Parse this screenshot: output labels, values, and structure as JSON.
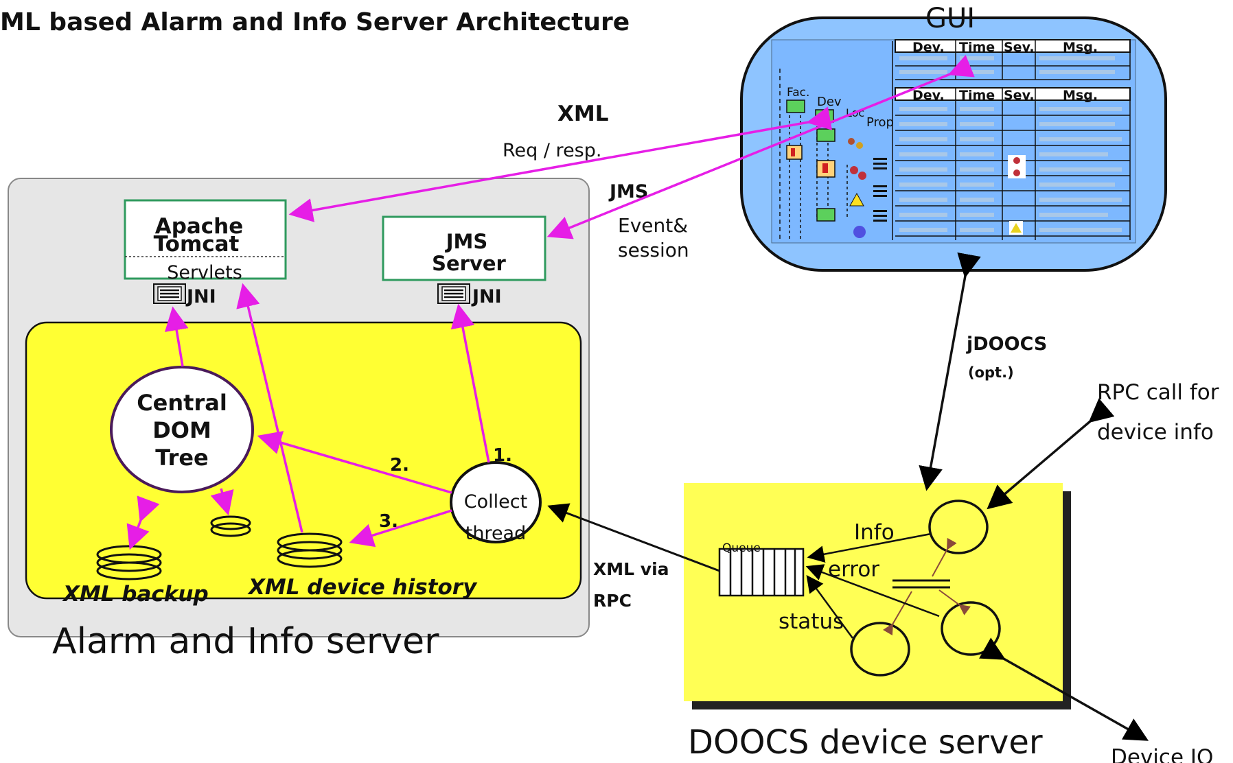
{
  "title": "ML based Alarm and Info Server Architecture",
  "gui": {
    "label": "GUI",
    "table_headers": [
      "Dev.",
      "Time",
      "Sev.",
      "Msg."
    ],
    "tree_labels": [
      "Fac.",
      "Dev",
      "Loc",
      "Prop"
    ]
  },
  "links": {
    "xml": "XML",
    "req_resp": "Req / resp.",
    "jms": "JMS",
    "event": "Event&",
    "session": "session",
    "jdoocs": "jDOOCS",
    "opt": "(opt.)",
    "rpc_call_1": "RPC call for",
    "rpc_call_2": "device info",
    "xml_via": "XML  via",
    "rpc": "RPC",
    "device_io": "Device IO"
  },
  "alarm_server": {
    "label": "Alarm and Info server",
    "tomcat_1": "Apache",
    "tomcat_2": "Tomcat",
    "servlets": "Servlets",
    "jms_server_1": "JMS",
    "jms_server_2": "Server",
    "jni": "JNI",
    "dom_1": "Central",
    "dom_2": "DOM",
    "dom_3": "Tree",
    "collect_1": "Collect",
    "collect_2": "thread",
    "step_1": "1.",
    "step_2": "2.",
    "step_3": "3.",
    "xml_backup": "XML backup",
    "xml_history": "XML device history"
  },
  "doocs": {
    "label": "DOOCS device server",
    "queue": "Queue",
    "info": "Info",
    "error": "error",
    "status": "status"
  },
  "colors": {
    "magenta": "#e61ee6",
    "yellow": "#ffff33",
    "gui_blue": "#8ec4ff",
    "server_gray": "#e6e6e6",
    "box_green": "#2f9a5e"
  }
}
